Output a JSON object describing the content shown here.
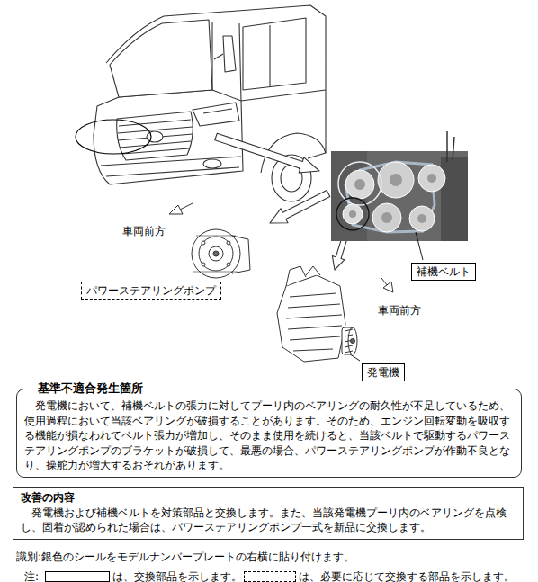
{
  "diagram": {
    "nodes": [
      {
        "text": [
          "パワーステアリングポンプ"
        ]
      },
      {
        "text": [
          "補機ベルト"
        ]
      },
      {
        "text": [
          "発電機"
        ]
      },
      {
        "text": [
          "基準不適合発生箇所",
          "発電機において、補機ベルトの張力に対してプーリ内のベアリングの耐久性が不足しているため、使用過程において当該ベアリングが破損することがあります。そのため、エンジン回転変動を吸収する機能が損なわれてベルト張力が増加し、そのまま使用を続けると、当該ベルトで駆動するパワーステアリングポンプのブラケットが破損して、最悪の場合、パワーステアリングポンプが作動不良となり、操舵力が増大するおそれがあります。"
        ]
      },
      {
        "text": [
          "改善の内容",
          "発電機および補機ベルトを対策部品と交換します。また、当該発電機プーリ内のベアリングを点検し、固着が認められた場合は、パワーステアリングポンプ一式を新品に交換します。"
        ]
      }
    ],
    "labels": [
      "車両前方",
      "車両前方",
      "識別:銀色のシールをモデルナンバープレートの右横に貼り付けます。",
      "注:"
    ],
    "legend": [
      {
        "text": "は、交換部品を示します。"
      },
      {
        "text": "は、必要に応じて交換する部品を示します。"
      }
    ]
  }
}
